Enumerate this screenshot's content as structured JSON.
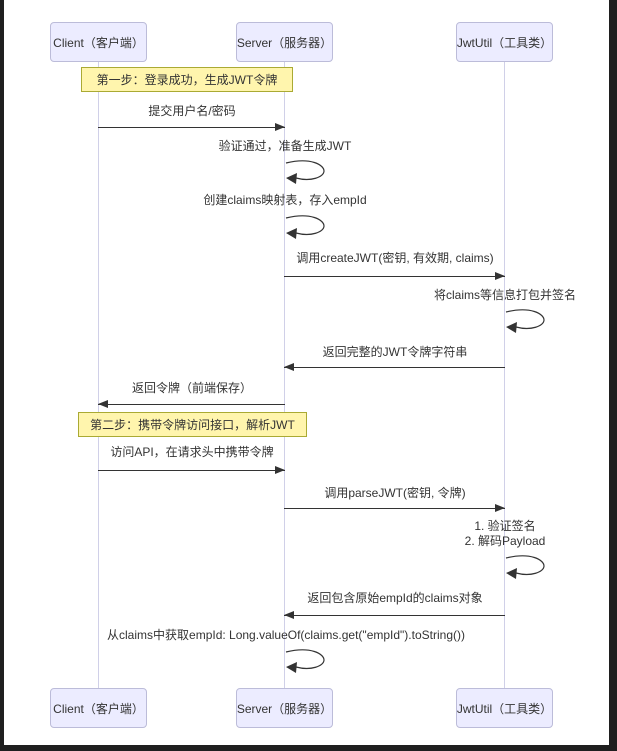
{
  "diagram": {
    "type": "sequence-diagram",
    "topic": "JWT token generation and parsing flow",
    "actors": [
      {
        "id": "client",
        "label": "Client（客户端）"
      },
      {
        "id": "server",
        "label": "Server（服务器）"
      },
      {
        "id": "jwtutil",
        "label": "JwtUtil（工具类）"
      }
    ],
    "notes": [
      {
        "over": "client,server",
        "label": "第一步：登录成功，生成JWT令牌"
      },
      {
        "over": "client,server",
        "label": "第二步：携带令牌访问接口，解析JWT"
      }
    ],
    "messages": [
      {
        "from": "client",
        "to": "server",
        "kind": "solid-arrow",
        "text": "提交用户名/密码"
      },
      {
        "on": "server",
        "kind": "self",
        "text": "验证通过，准备生成JWT"
      },
      {
        "on": "server",
        "kind": "self",
        "text": "创建claims映射表，存入empId"
      },
      {
        "from": "server",
        "to": "jwtutil",
        "kind": "solid-arrow",
        "text": "调用createJWT(密钥, 有效期, claims)"
      },
      {
        "on": "jwtutil",
        "kind": "self",
        "text": "将claims等信息打包并签名"
      },
      {
        "from": "jwtutil",
        "to": "server",
        "kind": "solid-arrow",
        "text": "返回完整的JWT令牌字符串"
      },
      {
        "from": "server",
        "to": "client",
        "kind": "solid-arrow",
        "text": "返回令牌（前端保存）"
      },
      {
        "from": "client",
        "to": "server",
        "kind": "solid-arrow",
        "text": "访问API，在请求头中携带令牌"
      },
      {
        "from": "server",
        "to": "jwtutil",
        "kind": "solid-arrow",
        "text": "调用parseJWT(密钥, 令牌)"
      },
      {
        "on": "jwtutil",
        "kind": "self",
        "line1": "1. 验证签名",
        "line2": "2. 解码Payload"
      },
      {
        "from": "jwtutil",
        "to": "server",
        "kind": "solid-arrow",
        "text": "返回包含原始empId的claims对象"
      },
      {
        "on": "server",
        "kind": "self",
        "text": "从claims中获取empId: Long.valueOf(claims.get(\"empId\").toString())"
      }
    ],
    "colors": {
      "actor_fill": "#ECECFF",
      "actor_border": "#bcbcd9",
      "note_fill": "#FFF5AD",
      "note_border": "#AAAA33",
      "lifeline": "#d0d0e8",
      "arrow": "#333333",
      "text": "#333333",
      "frame": "#1f1f1f",
      "background": "#ffffff"
    }
  }
}
